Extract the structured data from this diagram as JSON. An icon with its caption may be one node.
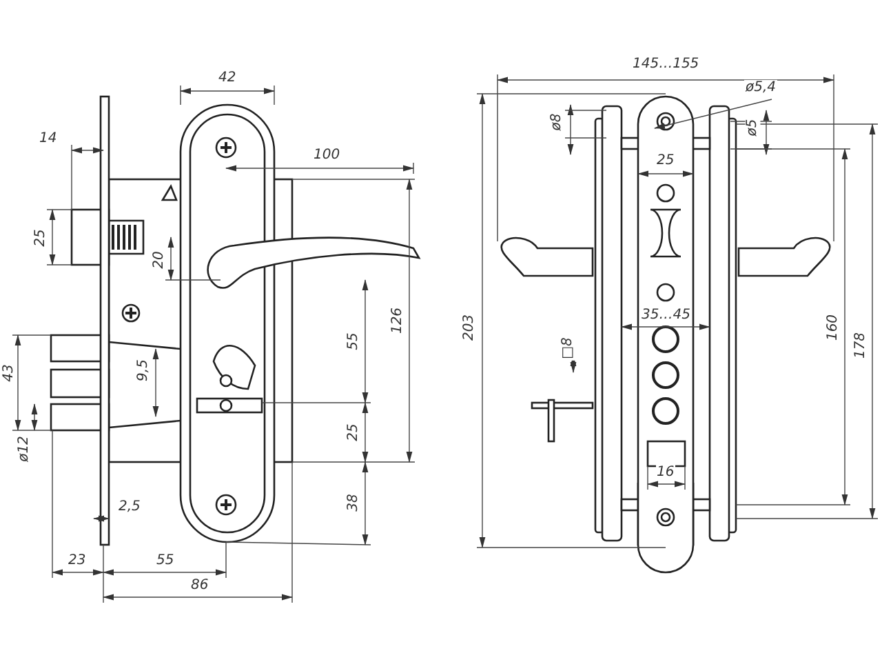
{
  "diagram": {
    "labels": [
      "42",
      "145…155",
      "ø5,4",
      "14",
      "ø8",
      "ø5",
      "100",
      "25",
      "25",
      "20",
      "126",
      "203",
      "160",
      "178",
      "35…45",
      "55",
      "9,5",
      "□8",
      "43",
      "ø12",
      "25",
      "16",
      "2,5",
      "38",
      "23",
      "55",
      "86"
    ]
  }
}
